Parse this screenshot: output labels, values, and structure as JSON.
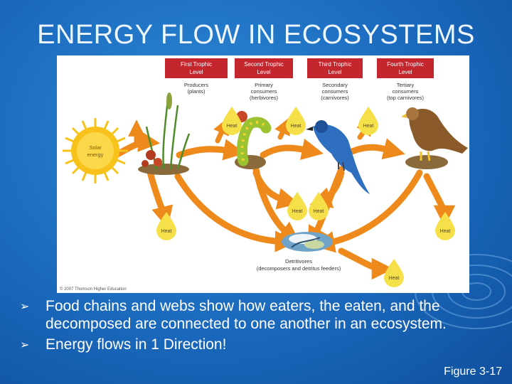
{
  "title": "ENERGY FLOW IN ECOSYSTEMS",
  "diagram": {
    "levels": [
      {
        "header": "First Trophic Level",
        "role": "Producers (plants)"
      },
      {
        "header": "Second Trophic Level",
        "role": "Primary consumers (herbivores)"
      },
      {
        "header": "Third Trophic Level",
        "role": "Secondary consumers (carnivores)"
      },
      {
        "header": "Fourth Trophic Level",
        "role": "Tertiary consumers (top carnivores)"
      }
    ],
    "sun_label": "Solar energy",
    "heat_label": "Heat",
    "detritivores": "Detritivores (decomposers and detritus feeders)",
    "copyright": "© 2007 Thomson Higher Education",
    "colors": {
      "header": "#c4262e",
      "arrow": "#ee8a1c",
      "heat": "#f6e04a",
      "sun": "#f7c21a"
    }
  },
  "bullets": [
    "Food chains and webs show how eaters, the eaten, and the decomposed are connected to one another in an ecosystem.",
    "Energy flows in 1 Direction!"
  ],
  "caption": "Figure 3-17"
}
